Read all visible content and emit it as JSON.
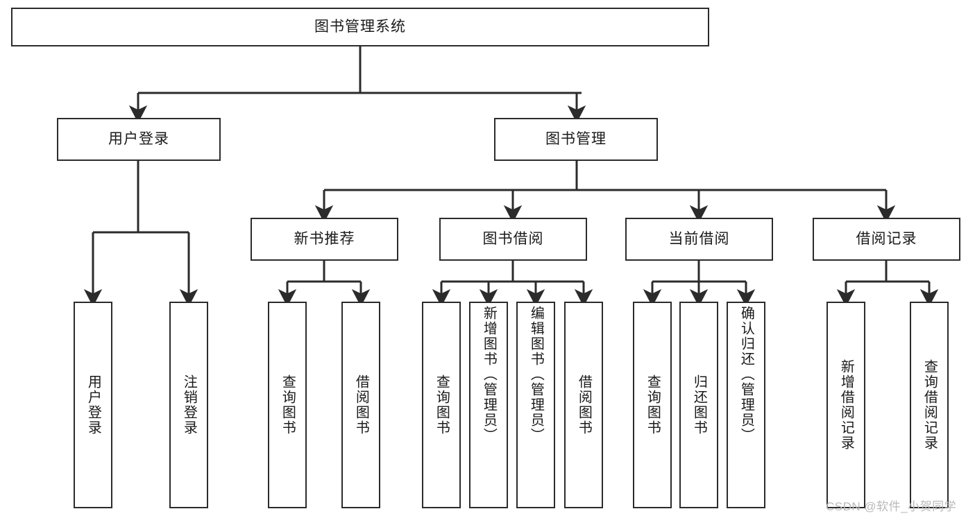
{
  "diagram": {
    "title": "图书管理系统",
    "type": "functional-structure-tree",
    "watermark": "CSDN @软件_小贺同学",
    "root": {
      "id": "root",
      "label": "图书管理系统"
    },
    "level2": [
      {
        "id": "user-login",
        "label": "用户登录"
      },
      {
        "id": "book-manage",
        "label": "图书管理"
      }
    ],
    "level3": [
      {
        "id": "new-book-recommend",
        "label": "新书推荐"
      },
      {
        "id": "book-borrow",
        "label": "图书借阅"
      },
      {
        "id": "current-borrow",
        "label": "当前借阅"
      },
      {
        "id": "borrow-record",
        "label": "借阅记录"
      }
    ],
    "leaves": {
      "user_login": [
        {
          "id": "leaf-user-login",
          "label": "用户登录"
        },
        {
          "id": "leaf-logout-login",
          "label": "注销登录"
        }
      ],
      "new_book_recommend": [
        {
          "id": "leaf-query-book-1",
          "label": "查询图书"
        },
        {
          "id": "leaf-borrow-book-1",
          "label": "借阅图书"
        }
      ],
      "book_borrow": [
        {
          "id": "leaf-query-book-2",
          "label": "查询图书"
        },
        {
          "id": "leaf-add-book",
          "label": "新增图书（管理员）"
        },
        {
          "id": "leaf-edit-book",
          "label": "编辑图书（管理员）"
        },
        {
          "id": "leaf-borrow-book-2",
          "label": "借阅图书"
        }
      ],
      "current_borrow": [
        {
          "id": "leaf-query-book-3",
          "label": "查询图书"
        },
        {
          "id": "leaf-return-book",
          "label": "归还图书"
        },
        {
          "id": "leaf-confirm-return",
          "label": "确认归还（管理员）"
        }
      ],
      "borrow_record": [
        {
          "id": "leaf-add-record",
          "label": "新增借阅记录"
        },
        {
          "id": "leaf-query-record",
          "label": "查询借阅记录"
        }
      ]
    },
    "colors": {
      "stroke": "#2b2b2b",
      "fill": "#ffffff",
      "text": "#1a1a1a",
      "watermark": "#b9b9b9"
    }
  }
}
